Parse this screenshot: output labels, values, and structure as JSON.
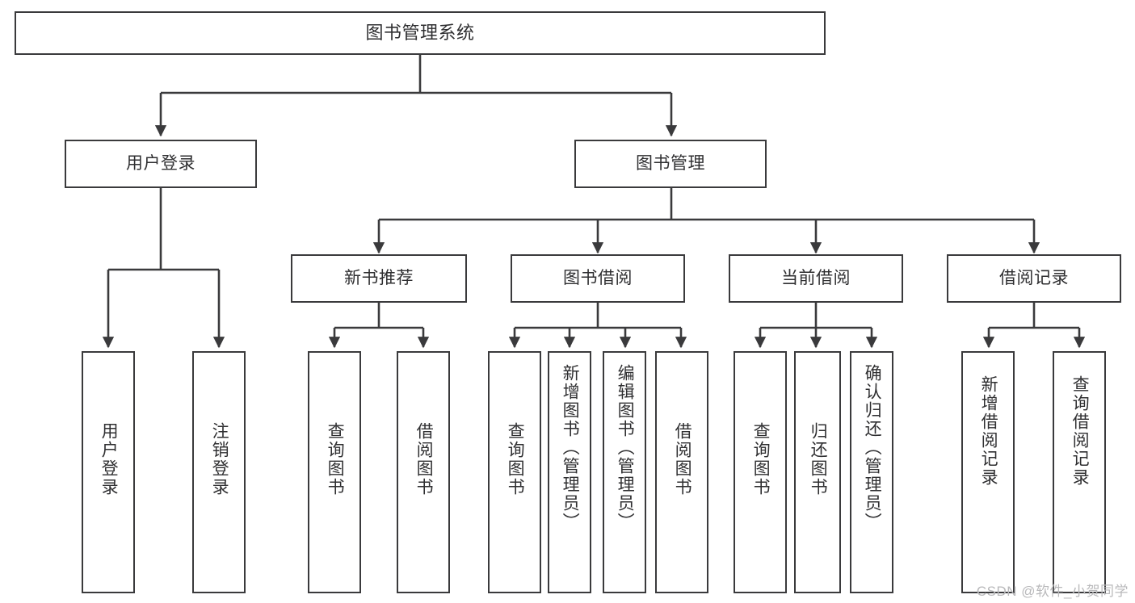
{
  "diagram": {
    "type": "tree",
    "title": "图书管理系统",
    "watermark": "CSDN @软件_小贺同学",
    "colors": {
      "stroke": "#3a3a3c",
      "text": "#2f2f31",
      "background": "#ffffff",
      "watermark": "#b9b9bb"
    },
    "nodes": {
      "root": {
        "label": "图书管理系统"
      },
      "tier2": [
        {
          "label": "用户登录"
        },
        {
          "label": "图书管理"
        }
      ],
      "tier3": [
        {
          "label": "新书推荐"
        },
        {
          "label": "图书借阅"
        },
        {
          "label": "当前借阅"
        },
        {
          "label": "借阅记录"
        }
      ],
      "leaves": [
        {
          "label": "用户登录",
          "parent": "用户登录"
        },
        {
          "label": "注销登录",
          "parent": "用户登录"
        },
        {
          "label": "查询图书",
          "parent": "新书推荐"
        },
        {
          "label": "借阅图书",
          "parent": "新书推荐"
        },
        {
          "label": "查询图书",
          "parent": "图书借阅"
        },
        {
          "label": "新增图书（管理员）",
          "parent": "图书借阅"
        },
        {
          "label": "编辑图书（管理员）",
          "parent": "图书借阅"
        },
        {
          "label": "借阅图书",
          "parent": "图书借阅"
        },
        {
          "label": "查询图书",
          "parent": "当前借阅"
        },
        {
          "label": "归还图书",
          "parent": "当前借阅"
        },
        {
          "label": "确认归还（管理员）",
          "parent": "当前借阅"
        },
        {
          "label": "新增借阅记录",
          "parent": "借阅记录"
        },
        {
          "label": "查询借阅记录",
          "parent": "借阅记录"
        }
      ]
    }
  }
}
